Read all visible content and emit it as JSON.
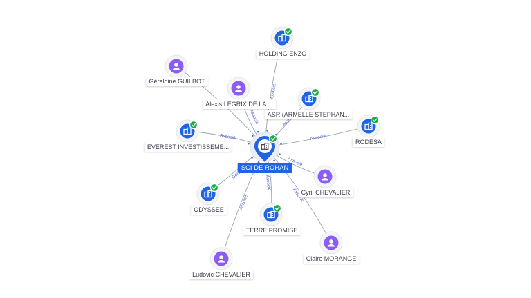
{
  "center": {
    "label": "SCI DE ROHAN",
    "icon": "building-icon",
    "color": "#1f63e6"
  },
  "colors": {
    "company": "#1f63e6",
    "person": "#8b5cf6",
    "verified": "#1ea84a",
    "edge": "#9aa3b5",
    "edge_label": "#5566c8"
  },
  "nodes": [
    {
      "id": "holding-enzo",
      "label": "HOLDING ENZO",
      "kind": "company",
      "verified": true,
      "edge_label": "Associé"
    },
    {
      "id": "geraldine-guilbot",
      "label": "Géraldine GUILBOT",
      "kind": "person",
      "verified": false,
      "edge_label": ""
    },
    {
      "id": "alexis-legrix",
      "label": "Alexis LEGRIX DE LA ...",
      "kind": "person",
      "verified": false,
      "edge_label": "Associé"
    },
    {
      "id": "asr",
      "label": "ASR (ARMELLE STEPHAN...",
      "kind": "company",
      "verified": true,
      "edge_label": "Associé"
    },
    {
      "id": "rodesa",
      "label": "RODESA",
      "kind": "company",
      "verified": true,
      "edge_label": "Associé"
    },
    {
      "id": "everest",
      "label": "EVEREST INVESTISSEME...",
      "kind": "company",
      "verified": true,
      "edge_label": "Associé"
    },
    {
      "id": "odyssee",
      "label": "ODYSSEE",
      "kind": "company",
      "verified": true,
      "edge_label": "Gérant"
    },
    {
      "id": "terre-promise",
      "label": "TERRE PROMISE",
      "kind": "company",
      "verified": true,
      "edge_label": "Associé"
    },
    {
      "id": "cyril-chevalier",
      "label": "Cyril CHEVALIER",
      "kind": "person",
      "verified": false,
      "edge_label": "Associé"
    },
    {
      "id": "claire-morange",
      "label": "Claire MORANGE",
      "kind": "person",
      "verified": false,
      "edge_label": "Associé"
    },
    {
      "id": "ludovic-chevalier",
      "label": "Ludovic CHEVALIER",
      "kind": "person",
      "verified": false,
      "edge_label": "Associé"
    }
  ]
}
